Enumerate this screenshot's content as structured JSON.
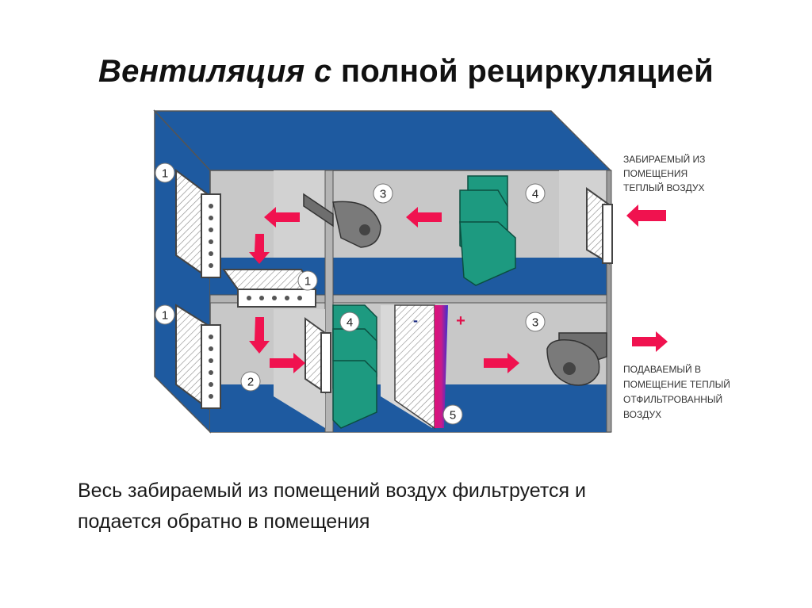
{
  "title": {
    "part1": "Вентиляция с",
    "part2": "полной рециркуляцией"
  },
  "diagram": {
    "labels": {
      "intake_line1": "ЗАБИРАЕМЫЙ ИЗ",
      "intake_line2": "ПОМЕЩЕНИЯ",
      "intake_line3": "ТЕПЛЫЙ ВОЗДУХ",
      "supply_line1": "ПОДАВАЕМЫЙ В",
      "supply_line2": "ПОМЕЩЕНИЕ ТЕПЛЫЙ",
      "supply_line3": "ОТФИЛЬТРОВАННЫЙ",
      "supply_line4": "ВОЗДУХ"
    },
    "markers": {
      "filter_top": "1",
      "filter_middle": "1",
      "filter_bottom": "1",
      "mixing": "2",
      "fan_top": "3",
      "fan_bottom": "3",
      "heat_exchanger_top": "4",
      "heat_exchanger_bottom": "4",
      "heater": "5",
      "minus": "-",
      "plus": "+"
    },
    "colors": {
      "housing_blue": "#1e5aa0",
      "wall_grey": "#c8c8c8",
      "arrow_red": "#f0124f",
      "exchanger_green": "#1d9a80",
      "fan_grey": "#6e6e6e"
    }
  },
  "caption": {
    "line1": "Весь забираемый из помещений воздух фильтруется и",
    "line2": "подается обратно в помещения"
  }
}
